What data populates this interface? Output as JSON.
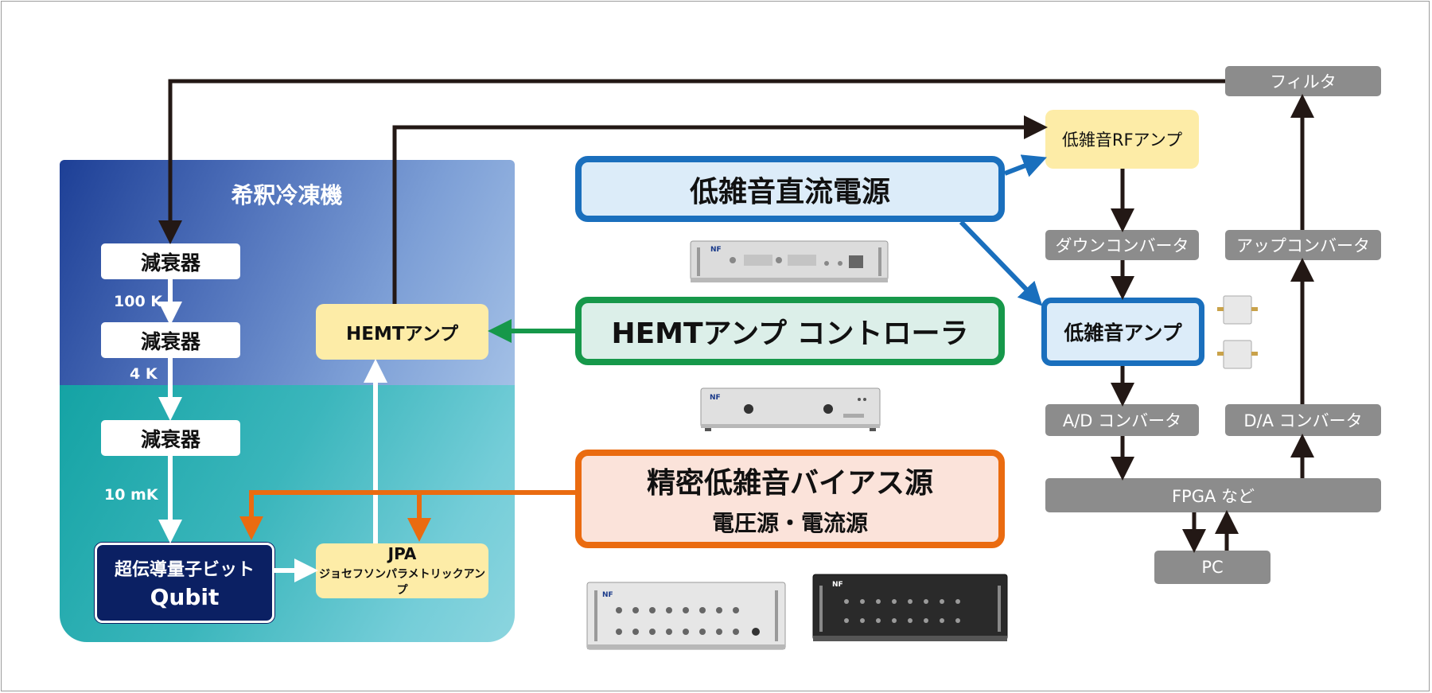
{
  "fridge": {
    "title": "希釈冷凍機"
  },
  "attenuators": [
    "減衰器",
    "減衰器",
    "減衰器"
  ],
  "temps": [
    "100 K",
    "4 K",
    "10 mK"
  ],
  "qubit": {
    "line1": "超伝導量子ビット",
    "line2": "Qubit"
  },
  "jpa": {
    "line1": "JPA",
    "line2": "ジョセフソンパラメトリックアンプ"
  },
  "hemt_amp": "HEMTアンプ",
  "products": {
    "dc_supply": "低雑音直流電源",
    "hemt_controller": "HEMTアンプ コントローラ",
    "bias_source_line1": "精密低雑音バイアス源",
    "bias_source_line2": "電圧源・電流源"
  },
  "chain": {
    "rf_amp": "低雑音RFアンプ",
    "down_converter": "ダウンコンバータ",
    "lna": "低雑音アンプ",
    "ad_converter": "A/D コンバータ",
    "fpga": "FPGA など",
    "pc": "PC",
    "da_converter": "D/A コンバータ",
    "up_converter": "アップコンバータ",
    "filter": "フィルタ"
  },
  "device_logo": "NF",
  "colors": {
    "blue": "#1a6fbd",
    "green": "#16984a",
    "orange": "#ea6b10",
    "dark_arrow": "#231815",
    "gray": "#8c8c8c",
    "navy": "#0b2063"
  }
}
